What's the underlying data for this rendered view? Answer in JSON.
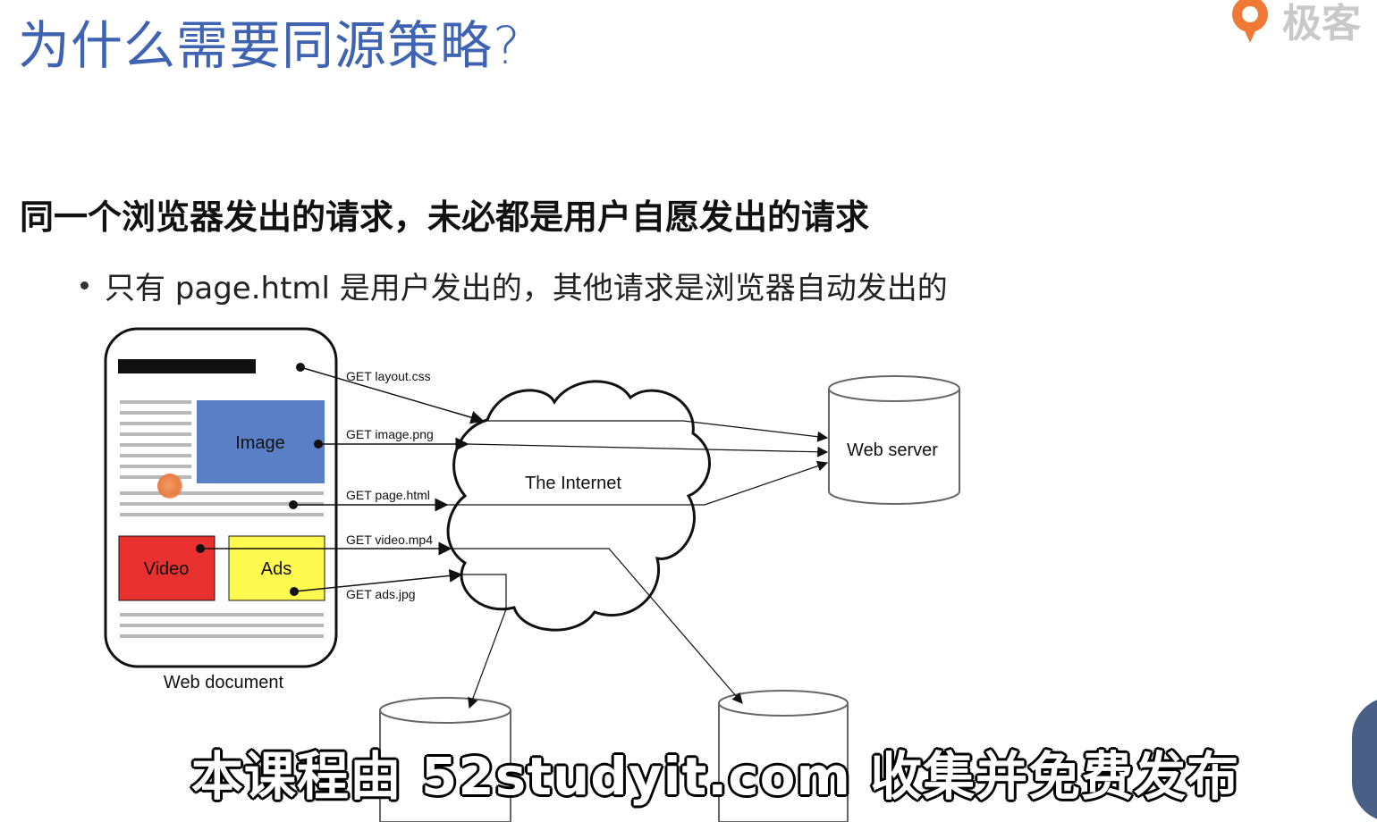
{
  "slide": {
    "title": "为什么需要同源策略?",
    "logo_text": "极客",
    "heading": "同一个浏览器发出的请求，未必都是用户自愿发出的请求",
    "bullet": "只有 page.html 是用户发出的，其他请求是浏览器自动发出的"
  },
  "diagram": {
    "document_label": "Web document",
    "image_label": "Image",
    "video_label": "Video",
    "ads_label": "Ads",
    "internet_label": "The Internet",
    "web_server_label": "Web server",
    "requests": {
      "layout": "GET layout.css",
      "image": "GET image.png",
      "page": "GET page.html",
      "video": "GET video.mp4",
      "ads": "GET ads.jpg"
    },
    "colors": {
      "image_box": "#5b7fc6",
      "video_box": "#e8312e",
      "ads_box": "#fffa4f",
      "outline": "#111111"
    }
  },
  "overlay": {
    "subtitle": "本课程由 52studyit.com 收集并免费发布"
  }
}
